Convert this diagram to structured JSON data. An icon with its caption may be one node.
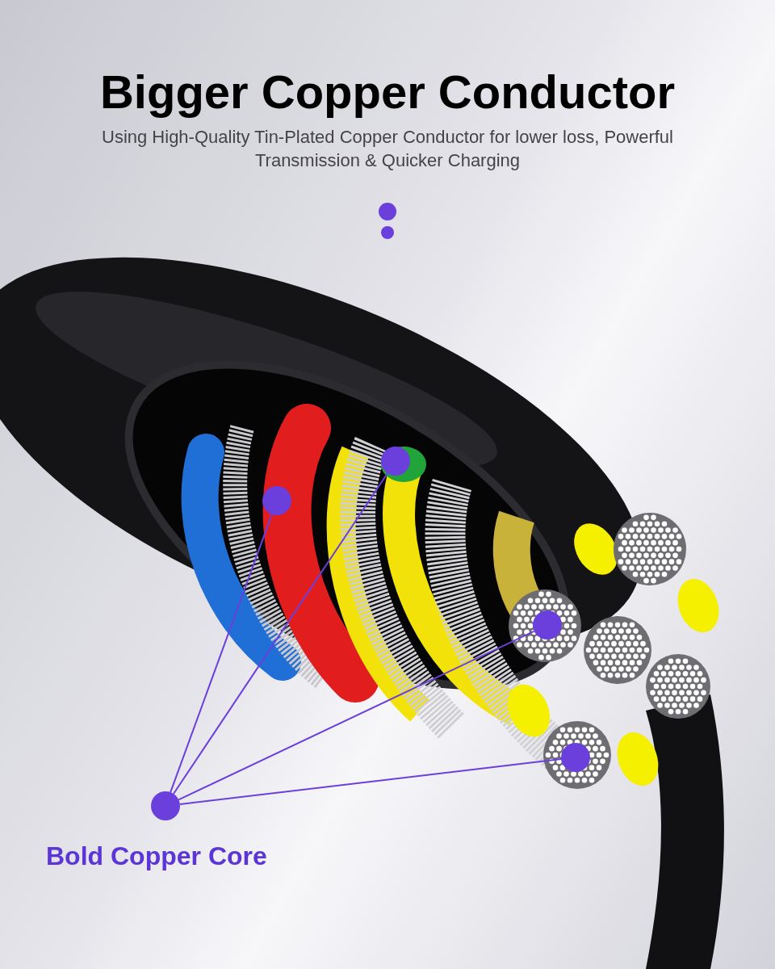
{
  "diagram": {
    "title": "Bigger Copper Conductor",
    "caption": "Using High-Quality Tin-Plated Copper Conductor for lower loss, Powerful Transmission & Quicker Charging",
    "nodes": [
      {
        "text": [],
        "shape": "circle",
        "beside": [
          "Bold Copper Core"
        ]
      },
      {
        "text": [],
        "shape": "circle"
      },
      {
        "text": [],
        "shape": "circle"
      },
      {
        "text": [],
        "shape": "circle"
      },
      {
        "text": [],
        "shape": "circle"
      }
    ],
    "edges": [
      {
        "from": 0,
        "to": 1,
        "arrow": "none"
      },
      {
        "from": 0,
        "to": 2,
        "arrow": "none"
      },
      {
        "from": 0,
        "to": 3,
        "arrow": "none"
      },
      {
        "from": 0,
        "to": 4,
        "arrow": "none"
      }
    ]
  }
}
